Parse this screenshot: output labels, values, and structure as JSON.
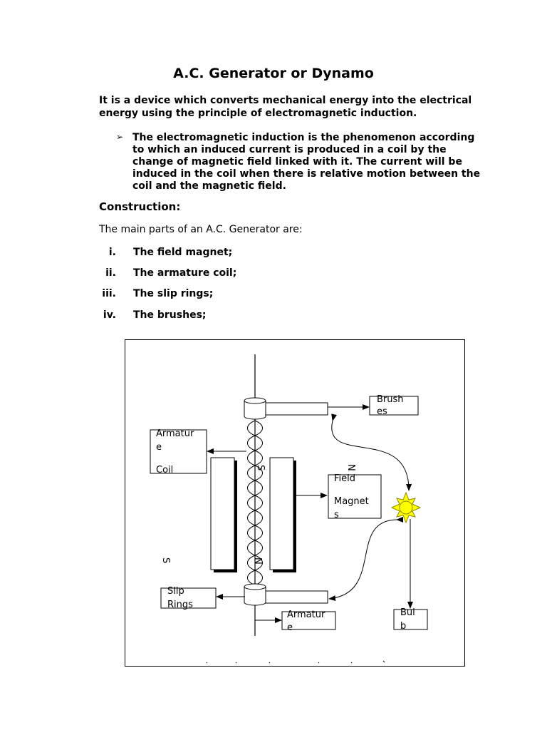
{
  "title": "A.C. Generator or Dynamo",
  "intro": "It is a device which converts mechanical energy into the electrical energy using the principle of electromagnetic induction.",
  "bullet": {
    "marker": "➢",
    "text": "The electromagnetic induction is the phenomenon according to which an induced current is produced in a coil by the change of magnetic field linked with it. The current will be induced in the coil when there is relative motion between the coil and the magnetic field."
  },
  "construction": {
    "heading": "Construction:",
    "parts_intro": "The main parts of an A.C. Generator are:",
    "parts": [
      {
        "num": "i.",
        "text": "The field magnet;"
      },
      {
        "num": "ii.",
        "text": "The armature coil;"
      },
      {
        "num": "iii.",
        "text": "The slip rings;"
      },
      {
        "num": "iv.",
        "text": "The brushes;"
      }
    ]
  },
  "diagram": {
    "labels": {
      "brushes_1": "Brush",
      "brushes_2": "es",
      "armature_coil_1": "Armatur",
      "armature_coil_2": "e",
      "armature_coil_3": "Coil",
      "field_magnets_1": "Field",
      "field_magnets_2": "Magnet",
      "field_magnets_3": "s",
      "slip_rings_1": "Slip",
      "slip_rings_2": "Rings",
      "armature_1": "Armatur",
      "armature_2": "e",
      "bulb_1": "Bul",
      "bulb_2": "b",
      "pole_n_top": "N",
      "pole_s_top": "S",
      "pole_n_bottom": "N",
      "pole_s_left": "S"
    },
    "colors": {
      "bulb_fill": "#ffff00",
      "bulb_stroke": "#8a8a00",
      "line": "#000000"
    }
  }
}
